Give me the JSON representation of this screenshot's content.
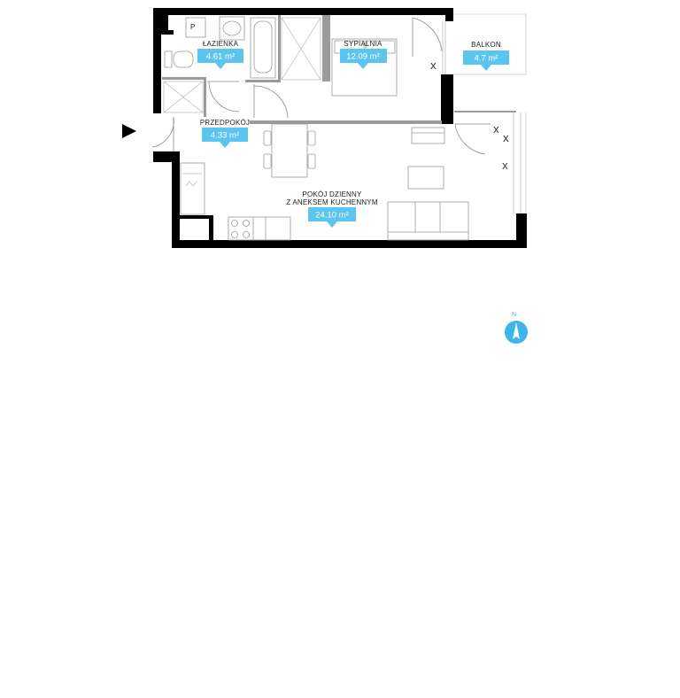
{
  "rooms": {
    "bathroom": {
      "name": "ŁAZIENKA",
      "area": "4.61 m²"
    },
    "bedroom": {
      "name": "SYPIALNIA",
      "area": "12.09 m²"
    },
    "balcony": {
      "name": "BALKON",
      "area": "4.7 m²"
    },
    "hall": {
      "name": "PRZEDPOKÓJ",
      "area": "4.33 m²"
    },
    "living": {
      "name_line1": "POKÓJ DZIENNY",
      "name_line2": "Z ANEKSEM KUCHENNYM",
      "area": "24.10 m²"
    }
  },
  "markers": {
    "window_x": "X",
    "compass_north": "N"
  },
  "colors": {
    "wall": "#000000",
    "badge": "#5bc4ef",
    "compass": "#3fb6ea",
    "furniture": "#9a9a9a"
  },
  "icons": [
    "entrance-arrow-icon",
    "compass-icon"
  ]
}
